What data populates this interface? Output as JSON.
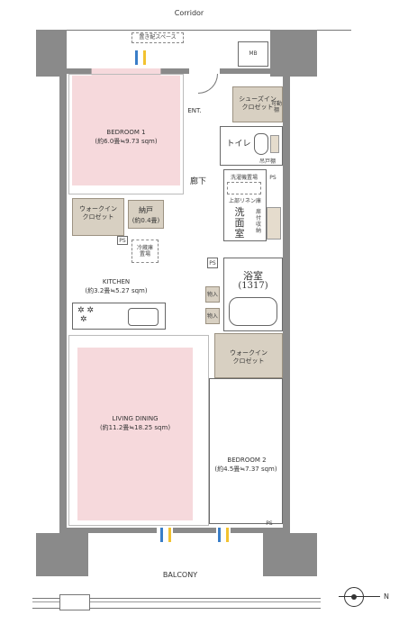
{
  "labels": {
    "corridor": "Corridor",
    "meter_space": "置き配スペース",
    "mb": "MB",
    "entrance": "ENT.",
    "shoes_closet": "シューズイン\nクロゼット",
    "shelf": "可動棚",
    "toilet": "トイレ",
    "toilet_shelf": "吊戸棚",
    "bedroom1": "BEDROOM 1",
    "bedroom1_area": "(約6.0畳≒9.73 sqm)",
    "hallway": "廊下",
    "ps1": "PS",
    "washer_space": "洗濯機置場",
    "linen_shelf": "上部リネン庫",
    "washroom": "洗\n面\n室",
    "storage_shelf": "扉付収納",
    "walkin_closet1": "ウォークイン\nクロゼット",
    "storeroom": "納戸",
    "storeroom_area": "(約0.4畳)",
    "ps2": "PS",
    "fridge_space": "冷蔵庫\n置場",
    "ps3": "PS",
    "kitchen": "KITCHEN",
    "kitchen_area": "(約3.2畳≒5.27 sqm)",
    "bathroom": "浴室",
    "bathroom_size": "(1317)",
    "storage1": "物入",
    "storage2": "物入",
    "walkin_closet2": "ウォークイン\nクロゼット",
    "living_dining": "LIVING DINING",
    "living_dining_area": "(約11.2畳≒18.25 sqm)",
    "bedroom2": "BEDROOM 2",
    "bedroom2_area": "(約4.5畳≒7.37 sqm)",
    "ps4": "PS",
    "balcony": "BALCONY",
    "north": "N"
  },
  "colors": {
    "wall": "#8a8a8a",
    "bedroom_fill": "#f6d9dc",
    "closet_fill": "#d8d0c2",
    "vent_blue": "#3a7ec8",
    "vent_yellow": "#f2c230"
  }
}
